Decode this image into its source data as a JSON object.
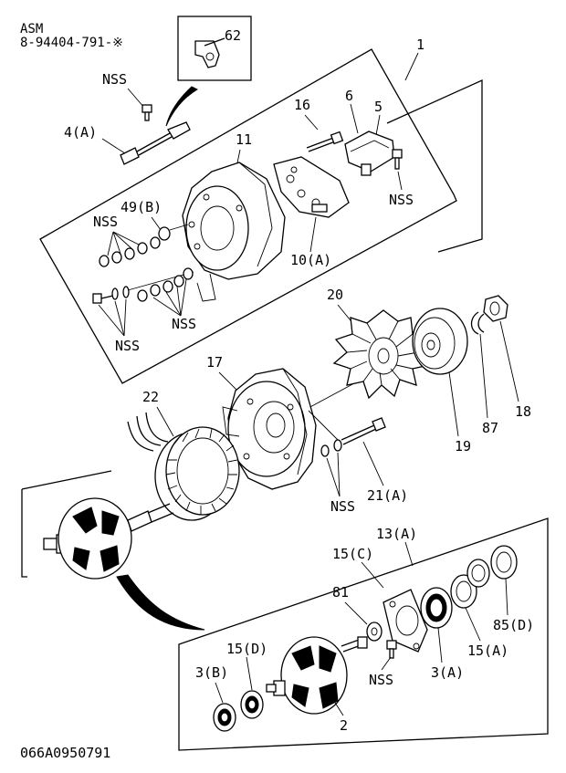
{
  "header": {
    "line1": "ASM",
    "line2": "8-94404-791-※"
  },
  "footer": {
    "code": "066A0950791"
  },
  "callouts": {
    "c62": "62",
    "c1": "1",
    "nss_top": "NSS",
    "c4a": "4(A)",
    "c16": "16",
    "c6": "6",
    "c5": "5",
    "c11": "11",
    "nss_right": "NSS",
    "c49b": "49(B)",
    "nss_left": "NSS",
    "c10a": "10(A)",
    "nss_mid": "NSS",
    "nss_low": "NSS",
    "c20": "20",
    "c17": "17",
    "c22": "22",
    "c19": "19",
    "c87": "87",
    "c18": "18",
    "c21a": "21(A)",
    "nss_bolt": "NSS",
    "c13a": "13(A)",
    "c15c": "15(C)",
    "c81": "81",
    "c85d": "85(D)",
    "c15a": "15(A)",
    "c3a": "3(A)",
    "nss_bottom": "NSS",
    "c15d": "15(D)",
    "c3b": "3(B)",
    "c2": "2"
  }
}
